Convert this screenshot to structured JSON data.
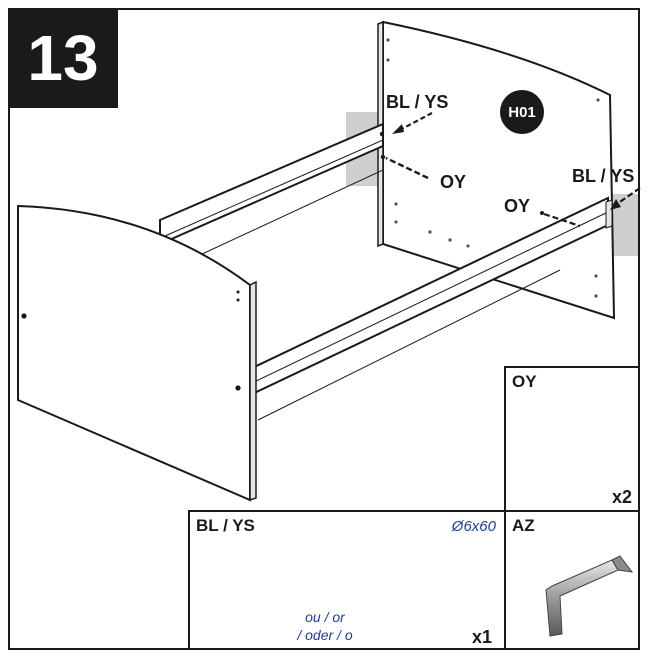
{
  "step_number": "13",
  "badge_code": "H01",
  "callouts": {
    "bolt_top": "BL / YS",
    "nut_top": "OY",
    "nut_right": "OY",
    "bolt_right": "BL / YS"
  },
  "parts": {
    "oy": {
      "title": "OY",
      "qty": "x2"
    },
    "bl": {
      "title": "BL / YS",
      "spec": "Ø6x60",
      "alt_line1": "ou / or",
      "alt_line2": "/ oder / o",
      "qty": "x1"
    },
    "az": {
      "title": "AZ"
    }
  },
  "colors": {
    "ink": "#1a1a1a",
    "highlight": "#cfcfcf",
    "spec_text": "#1f3f8f"
  }
}
